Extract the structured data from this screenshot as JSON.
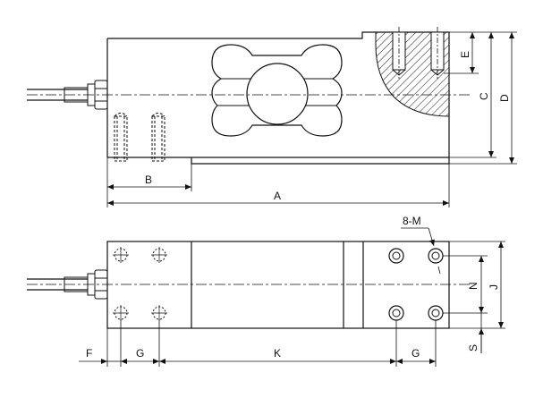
{
  "labels": {
    "A": "A",
    "B": "B",
    "C": "C",
    "D": "D",
    "E": "E",
    "F": "F",
    "G_left": "G",
    "G_right": "G",
    "K": "K",
    "N": "N",
    "J": "J",
    "S": "S",
    "M": "8-M"
  }
}
